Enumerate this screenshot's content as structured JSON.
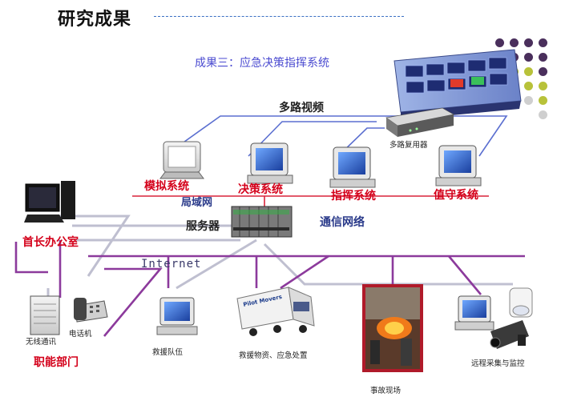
{
  "header": {
    "title": "研究成果",
    "subtitle": "成果三：应急决策指挥系统"
  },
  "diagram": {
    "video_bus_label": "多路视频",
    "multiplexer_label": "多路复用器",
    "workstations": [
      "模拟系统",
      "决策系统",
      "指挥系统",
      "值守系统"
    ],
    "lan_label": "局域网",
    "server_label": "服务器",
    "comm_network_label": "通信网络",
    "leader_office_label": "首长办公室",
    "internet_label": "Internet",
    "departments_label": "职能部门",
    "wireless_label": "无线通讯",
    "phone_label": "电话机",
    "rescue_team_label": "救援队伍",
    "supplies_label": "救援物资、应急处置",
    "scene_label": "事故现场",
    "remote_label": "远程采集与监控",
    "truck_brand": "Pilot Movers"
  },
  "colors": {
    "red_line": "#d8233a",
    "purple_line": "#8c3a9c",
    "blue_line": "#5b6fd0",
    "grey_line": "#b9b9cc",
    "label_red": "#d4001a"
  }
}
